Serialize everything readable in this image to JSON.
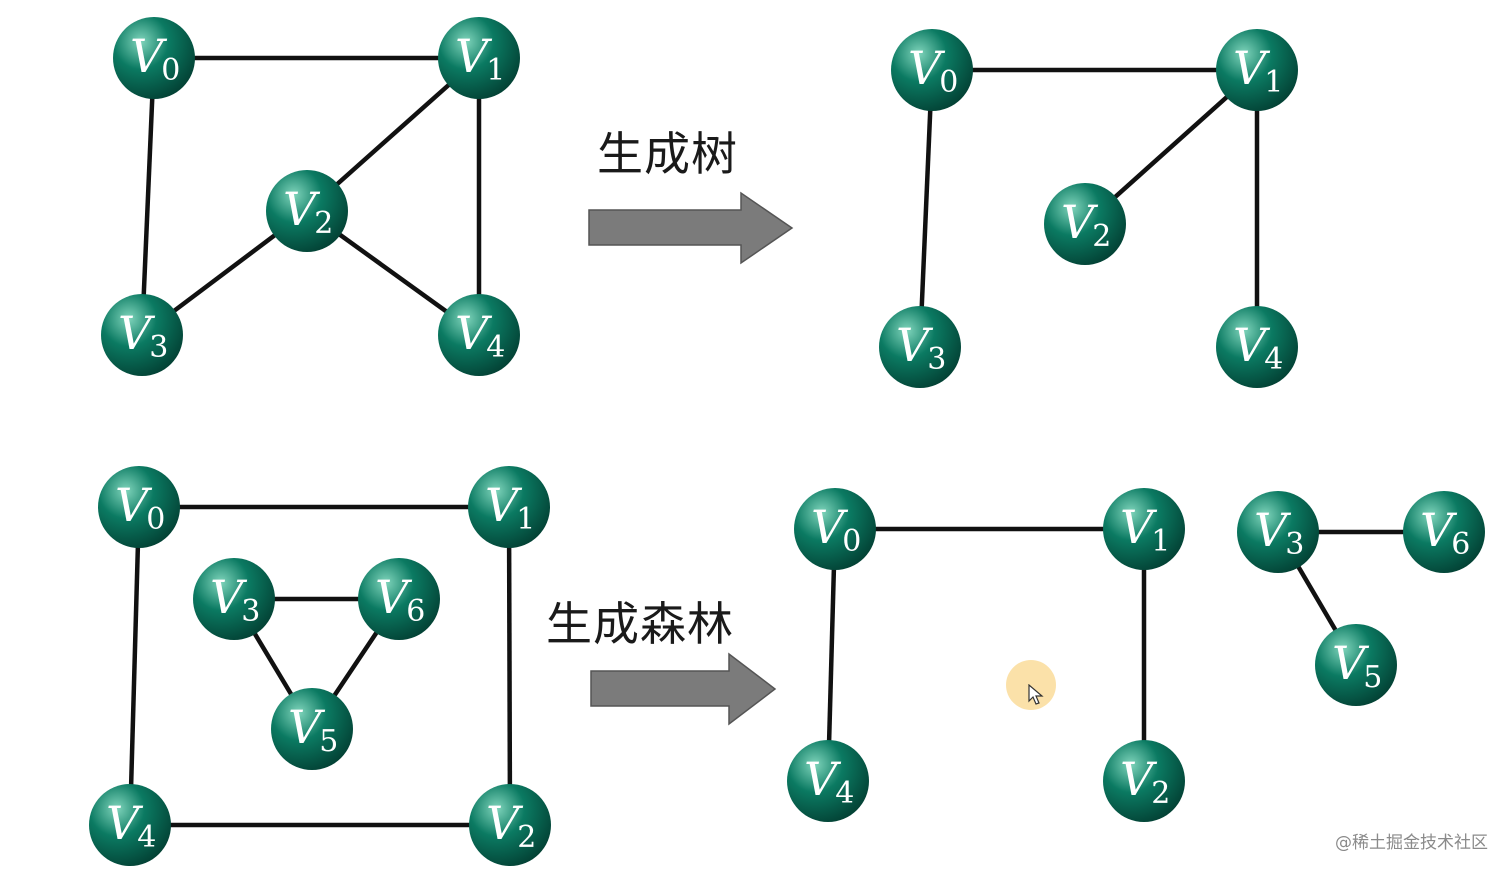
{
  "captions": {
    "spanning_tree": "生成树",
    "spanning_forest": "生成森林"
  },
  "watermark": "@稀土掘金技术社区",
  "icons": {
    "arrow": "right-arrow-icon",
    "cursor": "mouse-pointer-icon"
  },
  "colors": {
    "node_fill": "#0b7a62",
    "node_highlight": "#7fd4bb",
    "node_dark": "#034235",
    "edge": "#111111",
    "arrow_fill": "#7b7b7b",
    "cursor_halo": "#fad78c"
  },
  "graphs": [
    {
      "id": "graph-1",
      "nodes": [
        "0",
        "1",
        "2",
        "3",
        "4"
      ],
      "edges": [
        [
          "0",
          "1"
        ],
        [
          "0",
          "3"
        ],
        [
          "1",
          "2"
        ],
        [
          "1",
          "4"
        ],
        [
          "2",
          "3"
        ],
        [
          "2",
          "4"
        ]
      ]
    },
    {
      "id": "spanning-tree",
      "nodes": [
        "0",
        "1",
        "2",
        "3",
        "4"
      ],
      "edges": [
        [
          "0",
          "1"
        ],
        [
          "0",
          "3"
        ],
        [
          "1",
          "2"
        ],
        [
          "1",
          "4"
        ]
      ]
    },
    {
      "id": "graph-2",
      "nodes": [
        "0",
        "1",
        "2",
        "3",
        "4",
        "5",
        "6"
      ],
      "edges": [
        [
          "0",
          "1"
        ],
        [
          "0",
          "4"
        ],
        [
          "1",
          "2"
        ],
        [
          "4",
          "2"
        ],
        [
          "3",
          "6"
        ],
        [
          "3",
          "5"
        ],
        [
          "6",
          "5"
        ]
      ]
    },
    {
      "id": "spanning-forest",
      "nodes": [
        "0",
        "1",
        "2",
        "4",
        "3",
        "6",
        "5"
      ],
      "edges": [
        [
          "0",
          "1"
        ],
        [
          "0",
          "4"
        ],
        [
          "1",
          "2"
        ],
        [
          "3",
          "6"
        ],
        [
          "3",
          "5"
        ]
      ]
    }
  ]
}
